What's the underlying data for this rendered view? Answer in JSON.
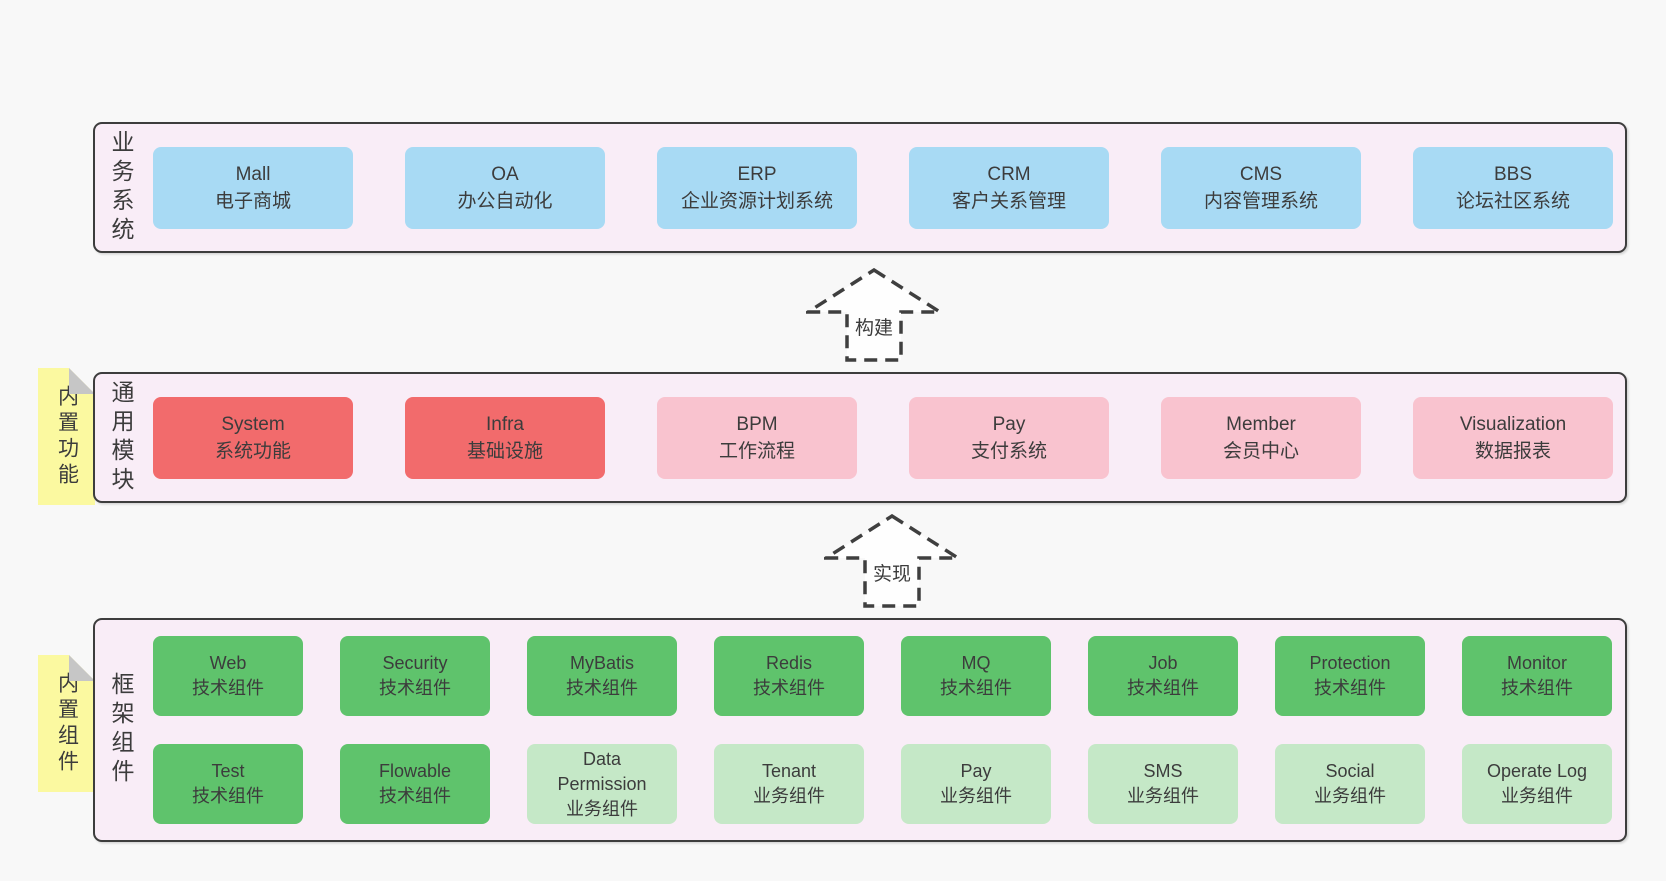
{
  "colors": {
    "page-bg": "#f8f8f8",
    "panel-bg": "#f9edf7",
    "panel-border": "#3d3d3d",
    "blue": "#a8daf4",
    "red": "#f26b6c",
    "pink": "#f9c3cf",
    "green": "#5fc36c",
    "light-green": "#c5e8c7",
    "yellow": "#fbf9a0",
    "fold-gray": "#c6c6c6",
    "text": "#3c3c3c",
    "arrow": "#3f3f3f"
  },
  "top_panel": {
    "label": "业务系统",
    "boxes": [
      {
        "name": "Mall",
        "desc": "电子商城",
        "variant": "blue"
      },
      {
        "name": "OA",
        "desc": "办公自动化",
        "variant": "blue"
      },
      {
        "name": "ERP",
        "desc": "企业资源计划系统",
        "variant": "blue"
      },
      {
        "name": "CRM",
        "desc": "客户关系管理",
        "variant": "blue"
      },
      {
        "name": "CMS",
        "desc": "内容管理系统",
        "variant": "blue"
      },
      {
        "name": "BBS",
        "desc": "论坛社区系统",
        "variant": "blue"
      }
    ]
  },
  "arrows": [
    {
      "label": "构建"
    },
    {
      "label": "实现"
    }
  ],
  "middle_panel": {
    "sticky": "内置功能",
    "label": "通用模块",
    "boxes": [
      {
        "name": "System",
        "desc": "系统功能",
        "variant": "red"
      },
      {
        "name": "Infra",
        "desc": "基础设施",
        "variant": "red"
      },
      {
        "name": "BPM",
        "desc": "工作流程",
        "variant": "pink"
      },
      {
        "name": "Pay",
        "desc": "支付系统",
        "variant": "pink"
      },
      {
        "name": "Member",
        "desc": "会员中心",
        "variant": "pink"
      },
      {
        "name": "Visualization",
        "desc": "数据报表",
        "variant": "pink"
      }
    ]
  },
  "bottom_panel": {
    "sticky": "内置组件",
    "label": "框架组件",
    "rows": [
      [
        {
          "name": "Web",
          "desc": "技术组件",
          "variant": "green"
        },
        {
          "name": "Security",
          "desc": "技术组件",
          "variant": "green"
        },
        {
          "name": "MyBatis",
          "desc": "技术组件",
          "variant": "green"
        },
        {
          "name": "Redis",
          "desc": "技术组件",
          "variant": "green"
        },
        {
          "name": "MQ",
          "desc": "技术组件",
          "variant": "green"
        },
        {
          "name": "Job",
          "desc": "技术组件",
          "variant": "green"
        },
        {
          "name": "Protection",
          "desc": "技术组件",
          "variant": "green"
        },
        {
          "name": "Monitor",
          "desc": "技术组件",
          "variant": "green"
        }
      ],
      [
        {
          "name": "Test",
          "desc": "技术组件",
          "variant": "green"
        },
        {
          "name": "Flowable",
          "desc": "技术组件",
          "variant": "green"
        },
        {
          "name": "Data Permission",
          "desc": "业务组件",
          "variant": "light-green"
        },
        {
          "name": "Tenant",
          "desc": "业务组件",
          "variant": "light-green"
        },
        {
          "name": "Pay",
          "desc": "业务组件",
          "variant": "light-green"
        },
        {
          "name": "SMS",
          "desc": "业务组件",
          "variant": "light-green"
        },
        {
          "name": "Social",
          "desc": "业务组件",
          "variant": "light-green"
        },
        {
          "name": "Operate Log",
          "desc": "业务组件",
          "variant": "light-green"
        }
      ]
    ]
  }
}
